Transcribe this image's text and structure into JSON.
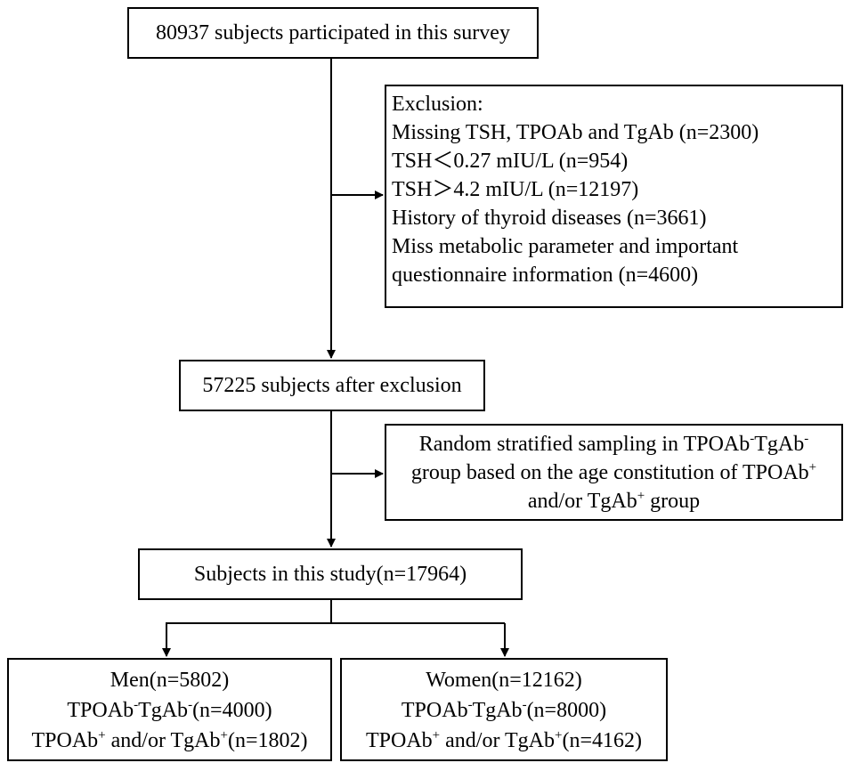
{
  "nodes": {
    "survey": "80937 subjects participated in this survey",
    "exclusion": {
      "heading": "Exclusion:",
      "lines": [
        "Missing TSH, TPOAb and TgAb (n=2300)",
        "TSH＜0.27 mIU/L (n=954)",
        "TSH＞4.2 mIU/L (n=12197)",
        "History of thyroid diseases (n=3661)",
        "Miss metabolic parameter and important",
        "questionnaire information (n=4600)"
      ]
    },
    "after_exclusion": "57225 subjects after exclusion",
    "sampling": {
      "l1_pre": "Random stratified sampling in TPOAb",
      "l1_sup1": "-",
      "l1_mid": "TgAb",
      "l1_sup2": "-",
      "l2_pre": "group based on the age constitution of TPOAb",
      "l2_sup": "+",
      "l3_pre": "and/or TgAb",
      "l3_sup": "+",
      "l3_post": " group"
    },
    "study": "Subjects in this study(n=17964)",
    "men": {
      "title": "Men(n=5802)",
      "neg_a": "TPOAb",
      "neg_sup1": "-",
      "neg_b": "TgAb",
      "neg_sup2": "-",
      "neg_c": "(n=4000)",
      "pos_a": "TPOAb",
      "pos_sup1": "+",
      "pos_b": " and/or TgAb",
      "pos_sup2": "+",
      "pos_c": "(n=1802)"
    },
    "women": {
      "title": "Women(n=12162)",
      "neg_a": "TPOAb",
      "neg_sup1": "-",
      "neg_b": "TgAb",
      "neg_sup2": "-",
      "neg_c": "(n=8000)",
      "pos_a": "TPOAb",
      "pos_sup1": "+",
      "pos_b": " and/or TgAb",
      "pos_sup2": "+",
      "pos_c": "(n=4162)"
    }
  }
}
